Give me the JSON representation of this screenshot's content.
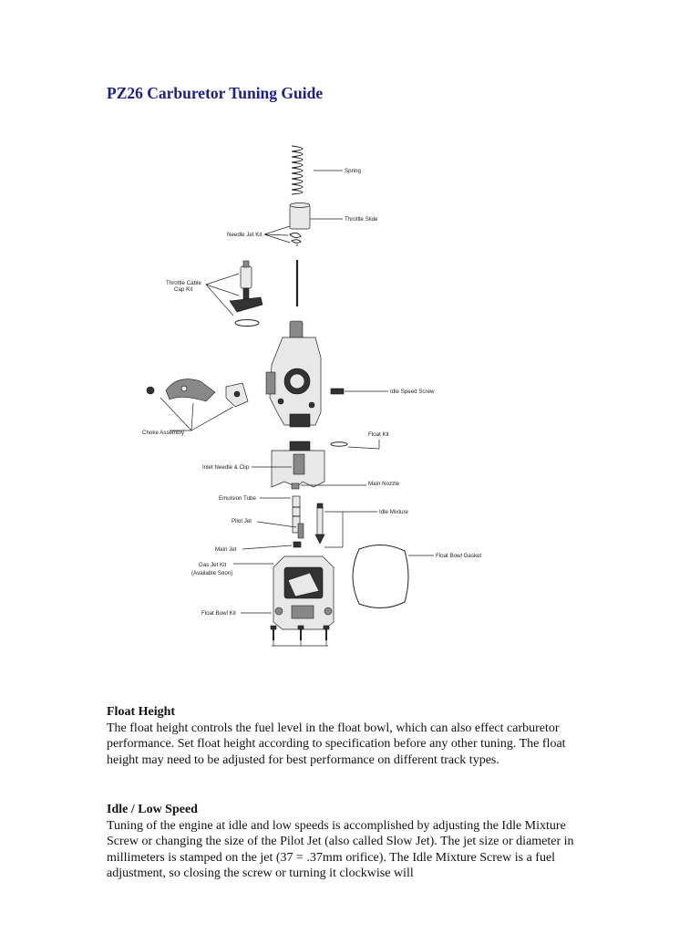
{
  "document": {
    "title": "PZ26 Carburetor Tuning Guide"
  },
  "diagram": {
    "labels": {
      "spring": "Spring",
      "throttle_slide": "Throttle Slide",
      "needle_jet_kit": "Needle Jet Kit",
      "throttle_cable_cap_kit_1": "Throttle Cable",
      "throttle_cable_cap_kit_2": "Cap Kit",
      "idle_speed_screw": "Idle Speed Screw",
      "choke_assembly": "Choke Assembly",
      "float_kit": "Float Kit",
      "inlet_needle_clip": "Inlet Needle & Clip",
      "main_nozzle": "Main Nozzle",
      "emulsion_tube": "Emulsion Tube",
      "idle_mixture": "Idle Mixture",
      "pilot_jet": "Pilot Jet",
      "main_jet": "Main Jet",
      "float_bowl_gasket": "Float Bowl Gasket",
      "gas_jet_kit_1": "Gas Jet Kit",
      "gas_jet_kit_2": "(Available Soon)",
      "float_bowl_kit": "Float Bowl Kit"
    }
  },
  "sections": [
    {
      "heading": "Float Height",
      "body": "The float height controls the fuel level in the float bowl, which can also effect carburetor performance. Set float height according to specification before any other tuning. The float height may need to be adjusted for best performance on different track types."
    },
    {
      "heading": "Idle / Low Speed",
      "body": "Tuning of the engine at idle and low speeds is accomplished by adjusting the Idle Mixture Screw or changing the size of the Pilot Jet (also called Slow Jet). The jet size or diameter in millimeters is stamped on the jet (37 = .37mm orifice). The Idle Mixture Screw is a fuel adjustment, so closing the screw or turning it clockwise will"
    }
  ]
}
